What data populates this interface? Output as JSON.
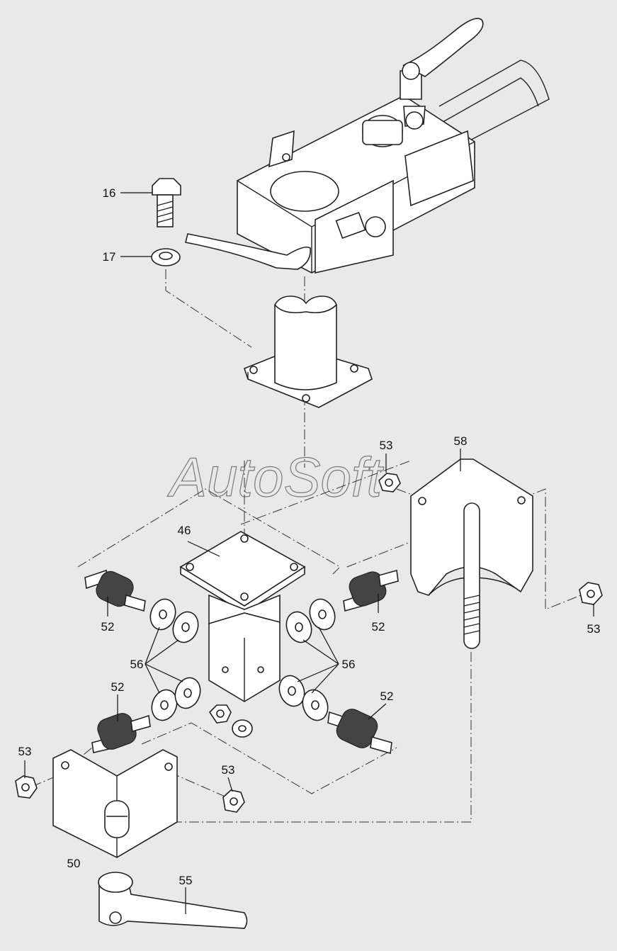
{
  "watermark": "AutoSoft",
  "callouts": [
    {
      "id": "c16",
      "text": "16"
    },
    {
      "id": "c17",
      "text": "17"
    },
    {
      "id": "c46",
      "text": "46"
    },
    {
      "id": "c53a",
      "text": "53"
    },
    {
      "id": "c58",
      "text": "58"
    },
    {
      "id": "c52a",
      "text": "52"
    },
    {
      "id": "c52b",
      "text": "52"
    },
    {
      "id": "c53b",
      "text": "53"
    },
    {
      "id": "c56a",
      "text": "56"
    },
    {
      "id": "c56b",
      "text": "56"
    },
    {
      "id": "c52c",
      "text": "52"
    },
    {
      "id": "c52d",
      "text": "52"
    },
    {
      "id": "c53c",
      "text": "53"
    },
    {
      "id": "c53d",
      "text": "53"
    },
    {
      "id": "c50",
      "text": "50"
    },
    {
      "id": "c55",
      "text": "55"
    }
  ],
  "colors": {
    "background": "#e9e9e9",
    "ink": "#222222",
    "rubber": "#444444"
  }
}
